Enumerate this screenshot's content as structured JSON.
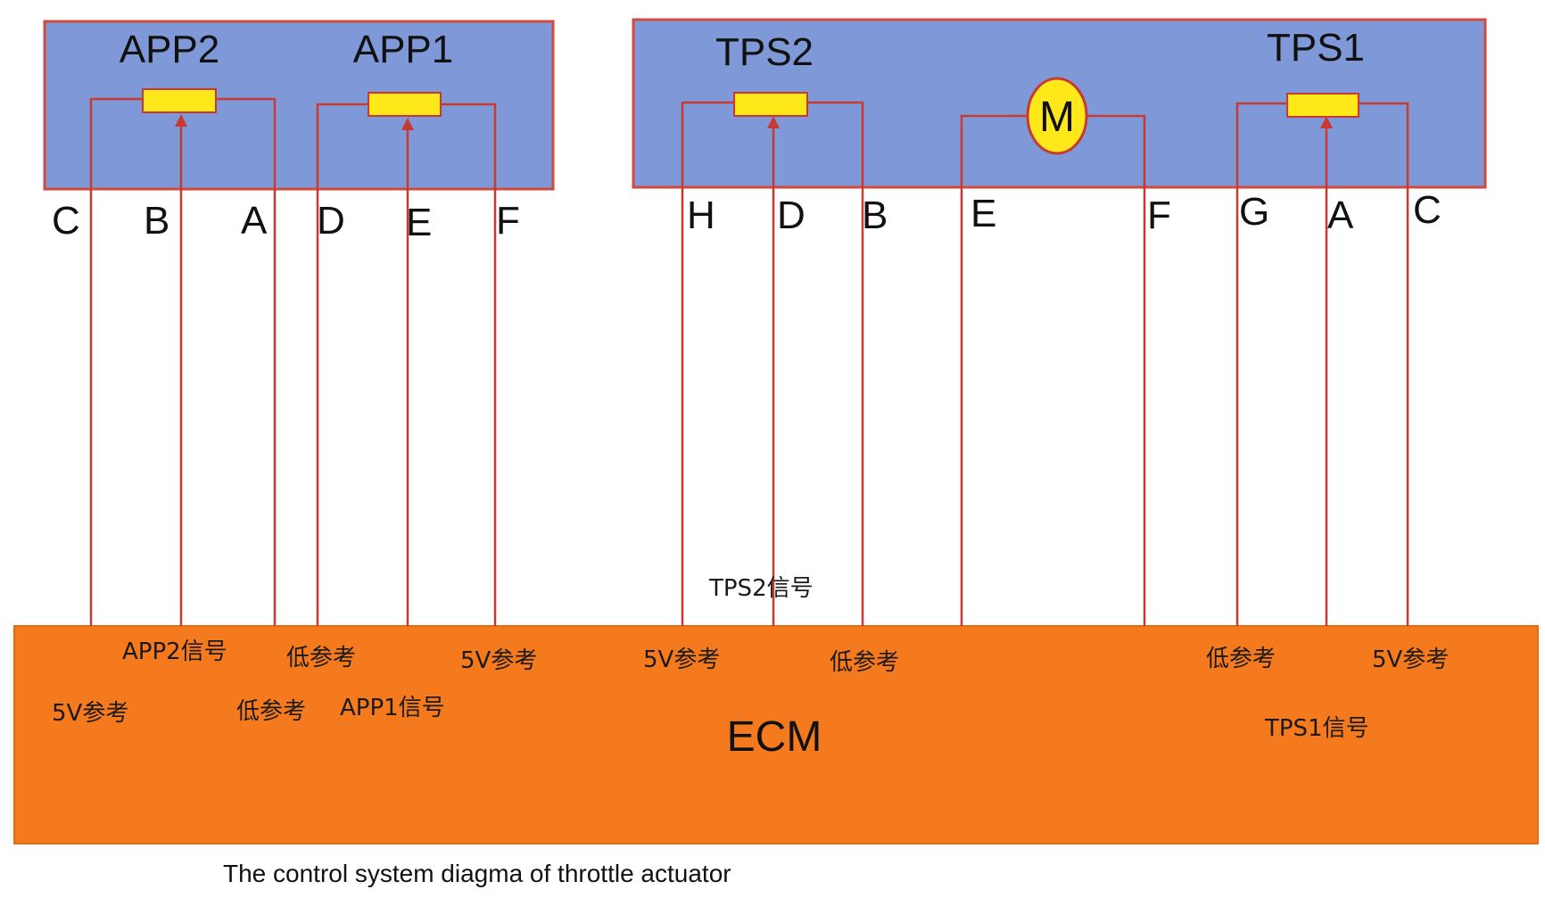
{
  "colors": {
    "sensor_box_fill": "#7f99d8",
    "sensor_box_border": "#d24a3c",
    "ecm_fill": "#f57a1e",
    "wire": "#c73a33",
    "potentiometer": "#ffe81a",
    "motor": "#ffe81a"
  },
  "boxes": {
    "pedal_title_app2": "APP2",
    "pedal_title_app1": "APP1",
    "throttle_title_tps2": "TPS2",
    "throttle_title_tps1": "TPS1",
    "motor_label": "M"
  },
  "pins": {
    "app2_c": "C",
    "app2_b": "B",
    "app2_a": "A",
    "app1_d": "D",
    "app1_e": "E",
    "app1_f": "F",
    "tps2_h": "H",
    "tps2_d": "D",
    "tps2_b": "B",
    "motor_e": "E",
    "motor_f": "F",
    "tps1_g": "G",
    "tps1_a": "A",
    "tps1_c": "C"
  },
  "ecm": {
    "title": "ECM",
    "app2_signal": "APP2信号",
    "app2_5v": "5V参考",
    "app2_low": "低参考",
    "app1_low": "低参考",
    "app1_signal": "APP1信号",
    "app1_5v": "5V参考",
    "tps2_signal": "TPS2信号",
    "tps2_5v": "5V参考",
    "tps2_low": "低参考",
    "tps1_low": "低参考",
    "tps1_5v": "5V参考",
    "tps1_signal": "TPS1信号"
  },
  "caption": "The control system diagma of throttle actuator"
}
